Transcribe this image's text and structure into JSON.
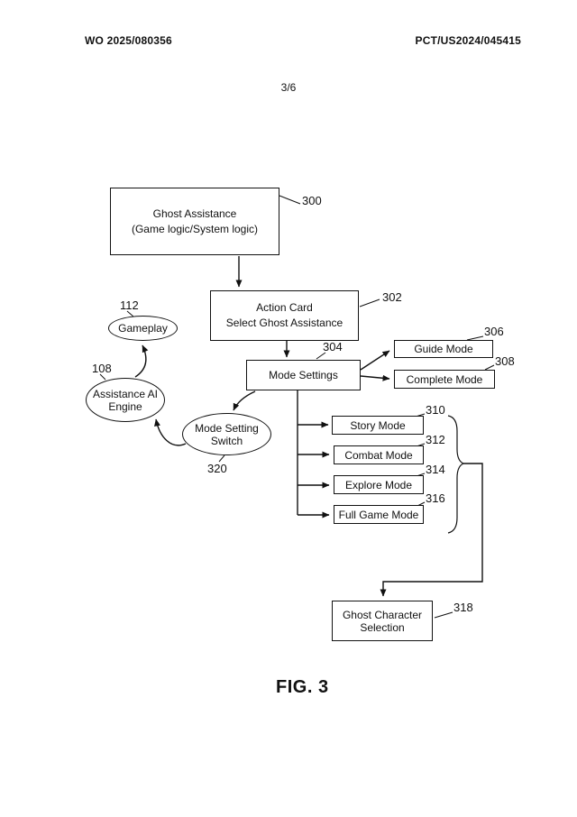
{
  "header": {
    "doc_number": "WO 2025/080356",
    "pct_number": "PCT/US2024/045415",
    "page_indicator": "3/6"
  },
  "figure_caption": "FIG. 3",
  "colors": {
    "ink": "#111111",
    "background": "#ffffff"
  },
  "nodes": {
    "ghost_assistance": {
      "line1": "Ghost Assistance",
      "line2": "(Game logic/System logic)",
      "ref": "300"
    },
    "action_card": {
      "line1": "Action Card",
      "line2": "Select Ghost Assistance",
      "ref": "302"
    },
    "mode_settings": {
      "label": "Mode Settings",
      "ref": "304"
    },
    "guide_mode": {
      "label": "Guide Mode",
      "ref": "306"
    },
    "complete_mode": {
      "label": "Complete Mode",
      "ref": "308"
    },
    "story_mode": {
      "label": "Story Mode",
      "ref": "310"
    },
    "combat_mode": {
      "label": "Combat Mode",
      "ref": "312"
    },
    "explore_mode": {
      "label": "Explore Mode",
      "ref": "314"
    },
    "full_game_mode": {
      "label": "Full Game Mode",
      "ref": "316"
    },
    "ghost_character_selection": {
      "line1": "Ghost Character",
      "line2": "Selection",
      "ref": "318"
    },
    "gameplay": {
      "label": "Gameplay",
      "ref": "112"
    },
    "assistance_ai_engine": {
      "line1": "Assistance AI",
      "line2": "Engine",
      "ref": "108"
    },
    "mode_setting_switch": {
      "line1": "Mode Setting",
      "line2": "Switch",
      "ref": "320"
    }
  }
}
